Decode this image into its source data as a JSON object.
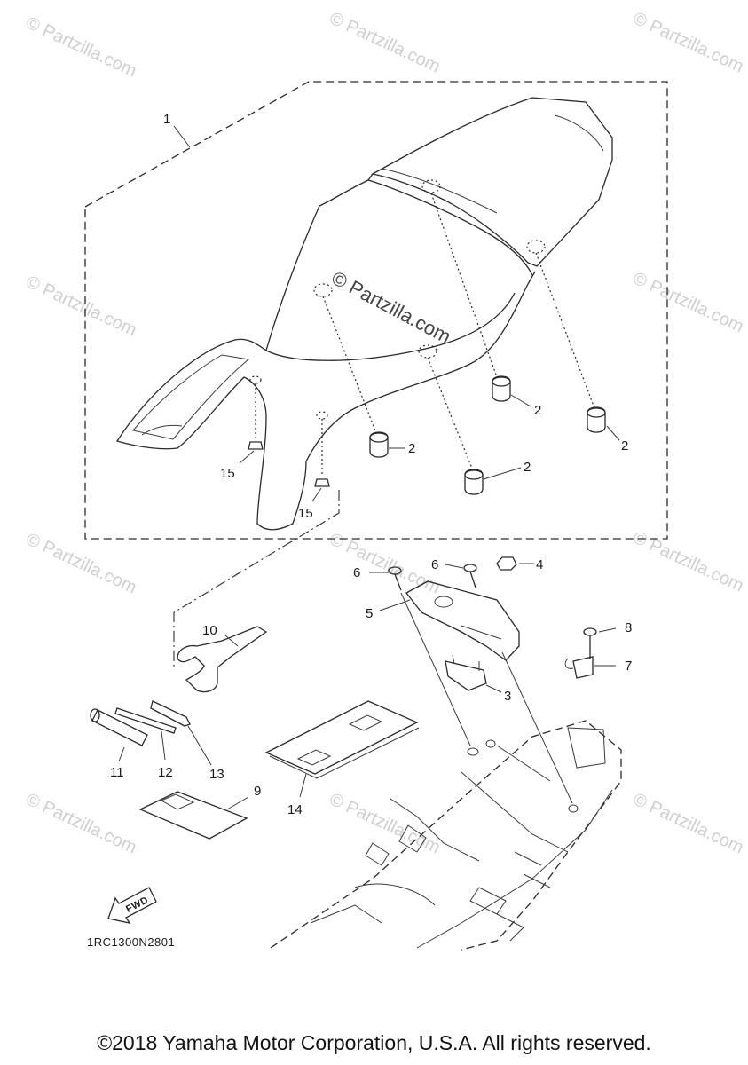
{
  "watermark": "© Partzilla.com",
  "diagram_code": "1RC1300N2801",
  "fwd_label": "FWD",
  "copyright": "©2018 Yamaha Motor Corporation, U.S.A. All rights reserved.",
  "callouts": [
    {
      "id": "c1",
      "text": "1"
    },
    {
      "id": "c2a",
      "text": "2"
    },
    {
      "id": "c2b",
      "text": "2"
    },
    {
      "id": "c2c",
      "text": "2"
    },
    {
      "id": "c2d",
      "text": "2"
    },
    {
      "id": "c15a",
      "text": "15"
    },
    {
      "id": "c15b",
      "text": "15"
    },
    {
      "id": "c3",
      "text": "3"
    },
    {
      "id": "c4",
      "text": "4"
    },
    {
      "id": "c5",
      "text": "5"
    },
    {
      "id": "c6a",
      "text": "6"
    },
    {
      "id": "c6b",
      "text": "6"
    },
    {
      "id": "c7",
      "text": "7"
    },
    {
      "id": "c8",
      "text": "8"
    },
    {
      "id": "c9",
      "text": "9"
    },
    {
      "id": "c10",
      "text": "10"
    },
    {
      "id": "c11",
      "text": "11"
    },
    {
      "id": "c12",
      "text": "12"
    },
    {
      "id": "c13",
      "text": "13"
    },
    {
      "id": "c14",
      "text": "14"
    }
  ]
}
